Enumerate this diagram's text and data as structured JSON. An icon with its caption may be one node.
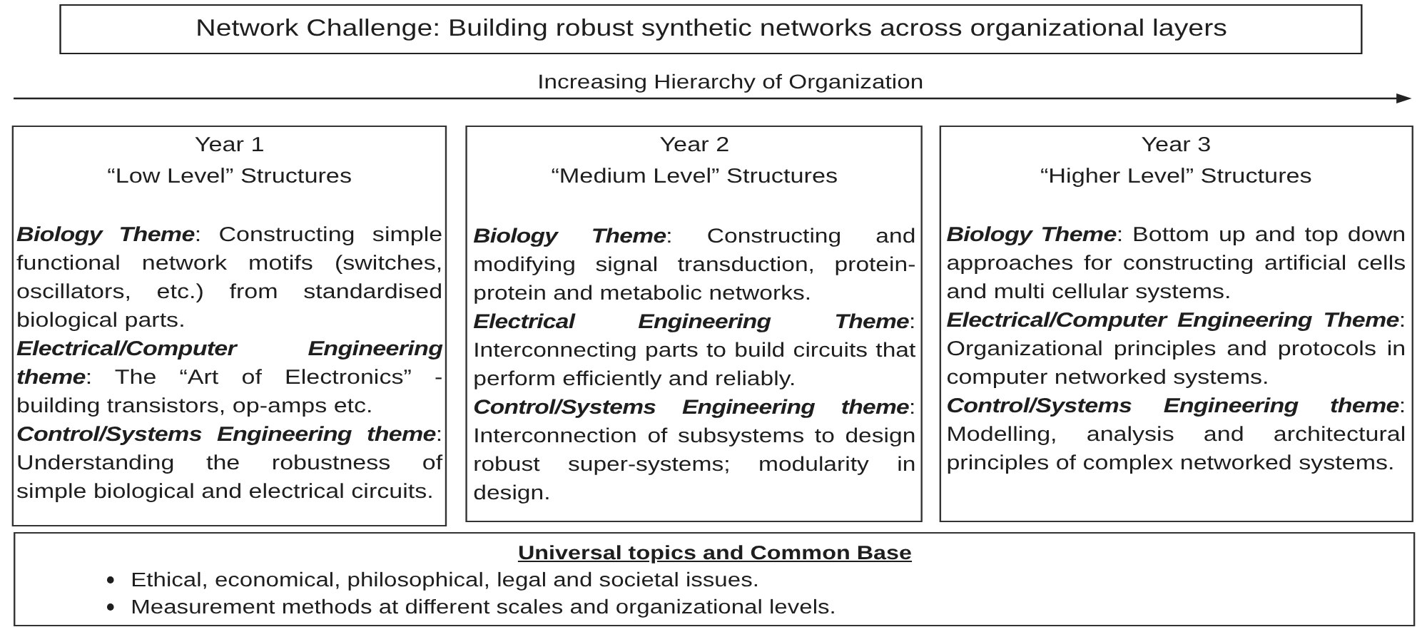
{
  "diagram": {
    "title": "Network Challenge: Building robust synthetic networks across organizational layers",
    "nodes": [
      {
        "text": [
          "Year 1",
          "“Low Level” Structures",
          "**Biology Theme**: Constructing simple functional network motifs (switches, oscillators, etc.) from standardised biological parts.",
          "**Electrical/Computer Engineering theme**: The “Art of Electronics” - building transistors, op-amps etc.",
          "**Control/Systems Engineering theme**: Understanding the robustness of simple biological and electrical circuits."
        ]
      },
      {
        "text": [
          "Year 2",
          "“Medium Level” Structures",
          "**Biology Theme**: Constructing and modifying signal transduction, protein-protein and metabolic networks.",
          "**Electrical Engineering Theme**: Interconnecting parts to build circuits that perform efficiently and reliably.",
          "**Control/Systems Engineering theme**: Interconnection of subsystems to design robust super-systems; modularity in design."
        ]
      },
      {
        "text": [
          "Year 3",
          "“Higher Level” Structures",
          "**Biology Theme**: Bottom up and top down approaches for constructing artificial cells and multi cellular systems.",
          "**Electrical/Computer Engineering Theme**: Organizational principles and protocols in computer networked systems.",
          "**Control/Systems Engineering theme**: Modelling, analysis and architectural principles of complex networked systems."
        ]
      },
      {
        "text": [
          "Universal topics and Common Base",
          "Ethical, economical, philosophical, legal and societal issues.",
          "Measurement methods at different scales and organizational levels."
        ]
      }
    ],
    "labels": [
      "Increasing Hierarchy of Organization"
    ]
  }
}
